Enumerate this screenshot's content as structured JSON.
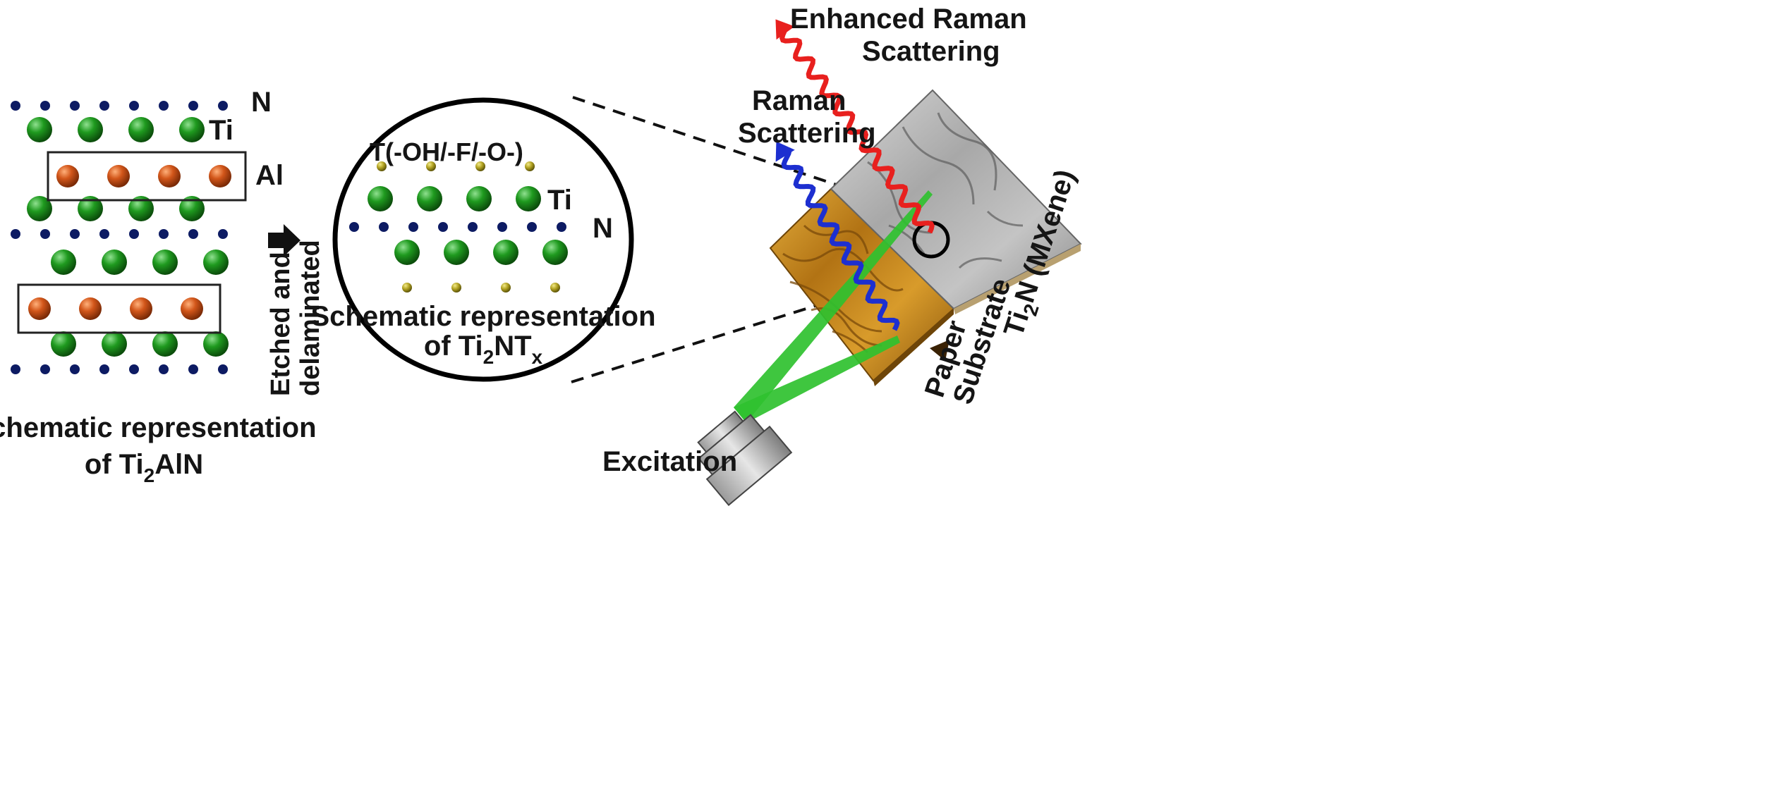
{
  "colors": {
    "nitrogen": "#0d1b63",
    "titanium": "#1f8a1f",
    "aluminum": "#c84f14",
    "terminal": "#a99a1a",
    "enhanced_ray": "#e8201e",
    "raman_ray": "#1d2fd0",
    "laser": "#2fc12f",
    "mxene": "#9a9a9a",
    "paper": "#c8901e"
  },
  "ti2aln": {
    "label_n": "N",
    "label_ti": "Ti",
    "label_al": "Al",
    "caption_line1": "Schematic representation",
    "caption_line2_pre": "of Ti",
    "caption_line2_sub": "2",
    "caption_line2_post": "AlN"
  },
  "arrow": {
    "label_line1": "Etched and",
    "label_line2": "delaminated"
  },
  "ti2ntx": {
    "label_terminal": "T(-OH/-F/-O-)",
    "label_ti": "Ti",
    "label_n": "N",
    "caption_line1": "Schematic representation",
    "caption_line2_pre": "of Ti",
    "caption_line2_sub": "2",
    "caption_line2_mid": "NT",
    "caption_line2_sub2": "x"
  },
  "sers": {
    "enhanced_line1": "Enhanced Raman",
    "enhanced_line2": "Scattering",
    "raman_line1": "Raman",
    "raman_line2": "Scattering",
    "mxene_pre": "Ti",
    "mxene_sub": "2",
    "mxene_post": "N (MXene)",
    "paper_line1": "Paper",
    "paper_line2": "Substrate",
    "excitation": "Excitation"
  }
}
